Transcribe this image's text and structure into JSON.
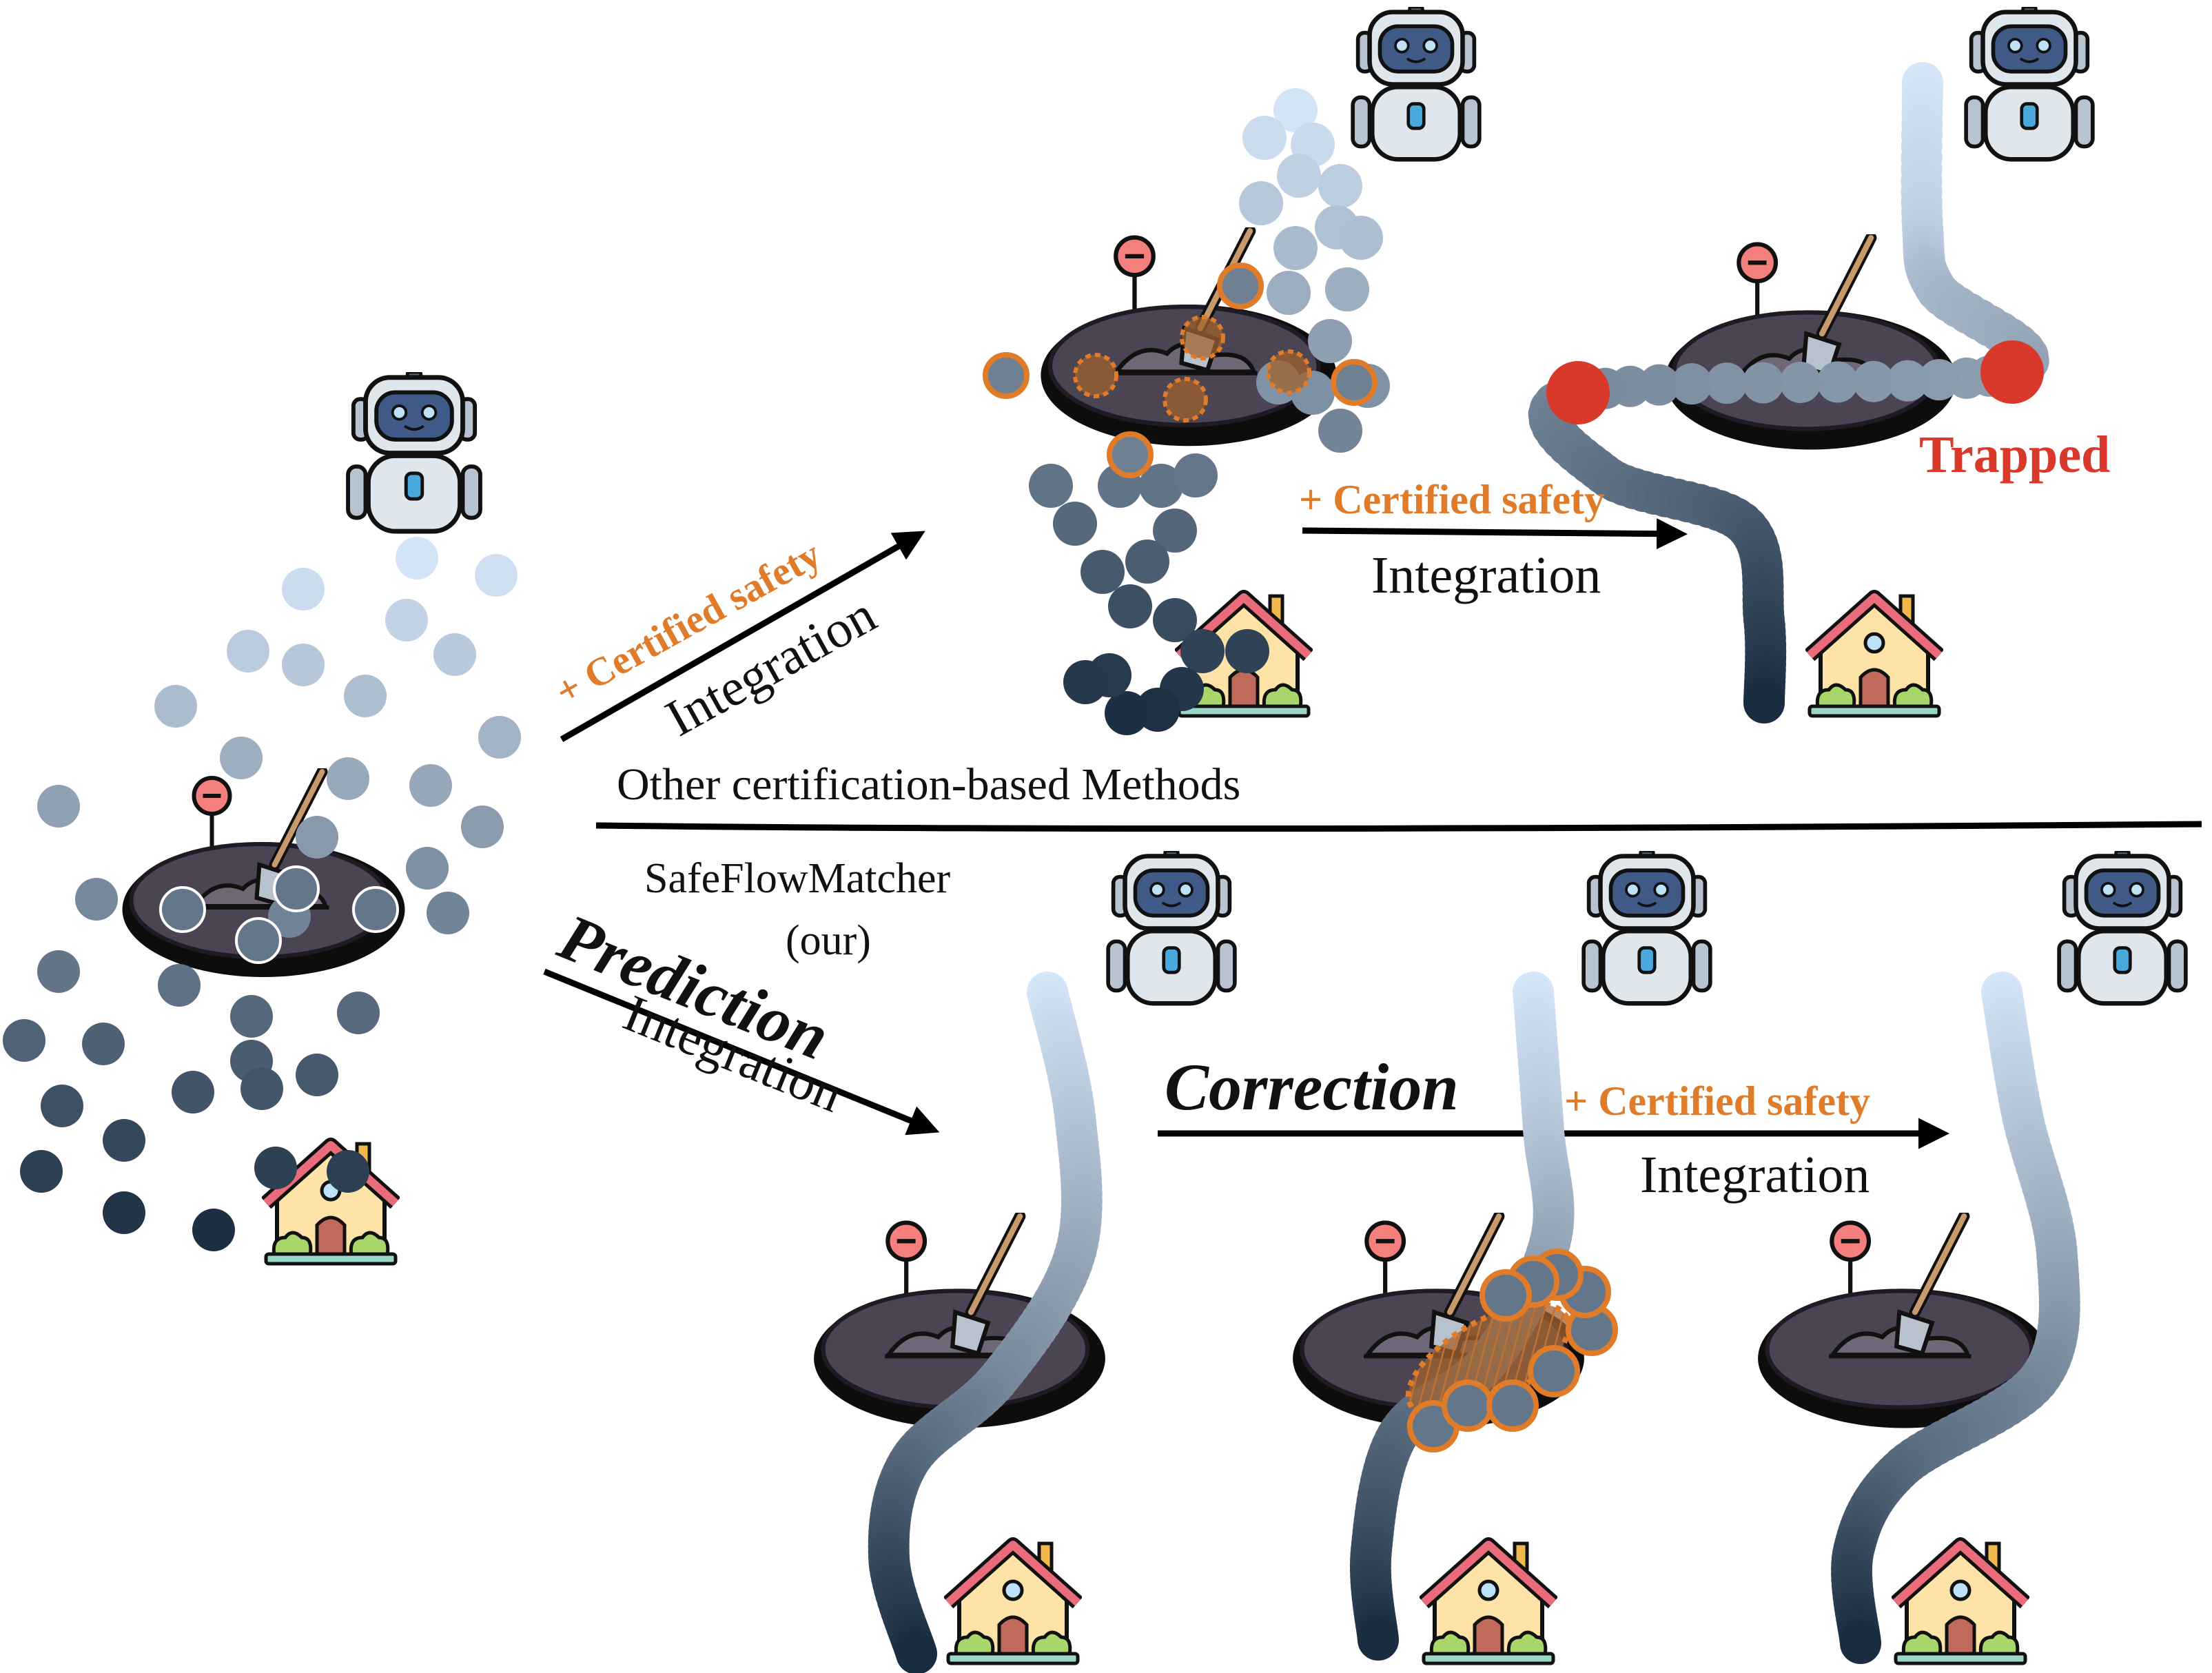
{
  "colors": {
    "dot_light": "#d4e6f7",
    "dot_dark": "#1a2c40",
    "accent_orange": "#e07b2a",
    "trapped_red": "#d9392b",
    "pit_fill": "#4a4453",
    "pit_rim": "#0d0d0d",
    "arrow": "#000000"
  },
  "icons": {
    "robot": "robot-icon",
    "house": "house-icon",
    "pit": "pit-obstacle-icon",
    "shovel": "shovel-icon",
    "stop_sign": "stop-sign-icon"
  },
  "labels": {
    "top_arrow1_safety": "+ Certified safety",
    "top_arrow1_integration": "Integration",
    "top_arrow2_safety": "+ Certified safety",
    "top_arrow2_integration": "Integration",
    "trapped": "Trapped",
    "other_methods": "Other certification-based Methods",
    "safeflow_line1": "SafeFlowMatcher",
    "safeflow_line2": "(our)",
    "prediction": "Prediction",
    "prediction_integration": "Integration",
    "correction": "Correction",
    "bottom_safety": "+ Certified safety",
    "bottom_integration": "Integration"
  }
}
